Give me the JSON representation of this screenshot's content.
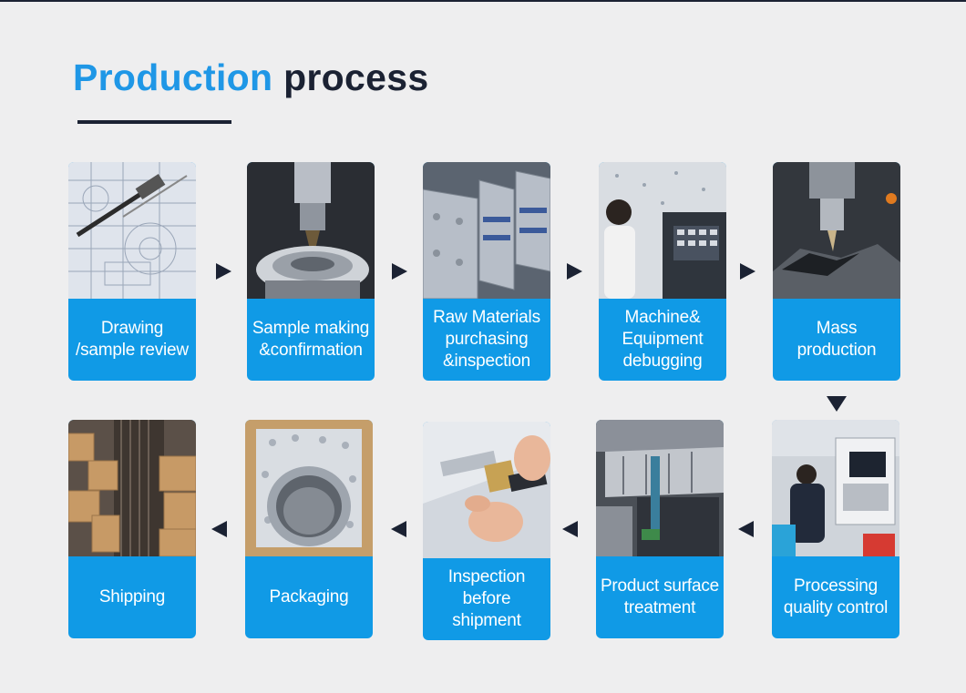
{
  "title": {
    "accent": "Production",
    "rest": " process"
  },
  "colors": {
    "accent": "#1f97e6",
    "card": "#109ae6",
    "dark": "#1b2233",
    "background": "#eeeeef"
  },
  "steps": [
    {
      "label": "Drawing\n/sample review",
      "icon": "drawing-photo"
    },
    {
      "label": "Sample making\n&confirmation",
      "icon": "sample-machining-photo"
    },
    {
      "label": "Raw Materials\npurchasing\n&inspection",
      "icon": "raw-materials-photo"
    },
    {
      "label": "Machine&\nEquipment\ndebugging",
      "icon": "machine-debugging-photo"
    },
    {
      "label": "Mass\nproduction",
      "icon": "mass-production-photo"
    },
    {
      "label": "Processing\nquality control",
      "icon": "quality-control-photo"
    },
    {
      "label": "Product surface\ntreatment",
      "icon": "surface-treatment-photo"
    },
    {
      "label": "Inspection\nbefore\nshipment",
      "icon": "inspection-photo"
    },
    {
      "label": "Packaging",
      "icon": "packaging-photo"
    },
    {
      "label": "Shipping",
      "icon": "shipping-photo"
    }
  ]
}
